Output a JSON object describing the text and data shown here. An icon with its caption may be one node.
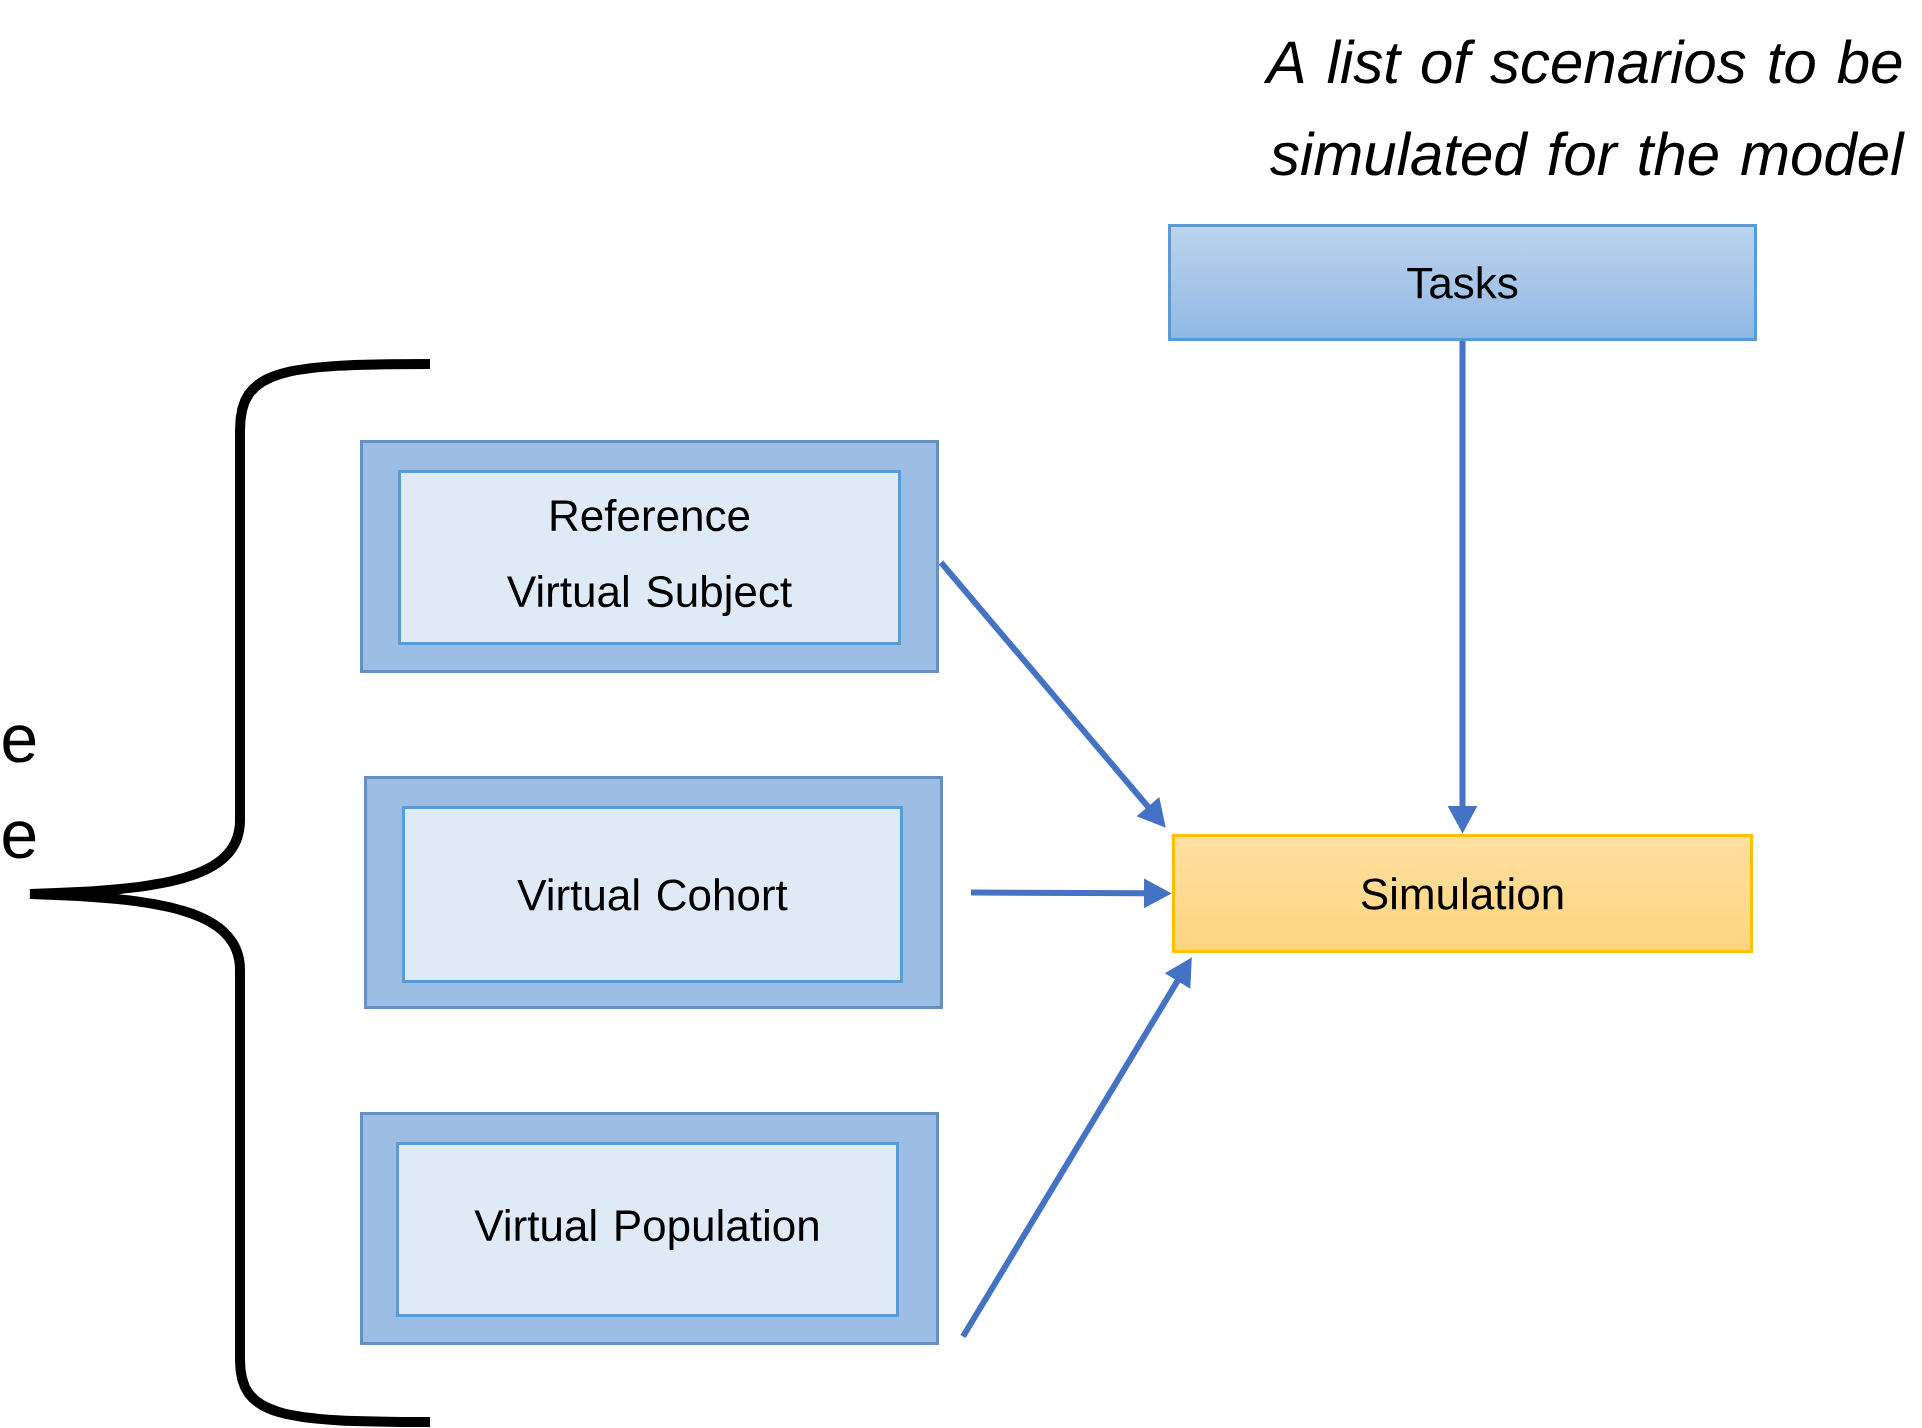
{
  "diagram": {
    "nodes": [
      {
        "text": [],
        "shape": "box"
      },
      {
        "text": [
          "Reference Virtual Subject"
        ],
        "in": 0
      },
      {
        "text": [],
        "shape": "box"
      },
      {
        "text": [
          "Virtual Cohort"
        ],
        "in": 2
      },
      {
        "text": [],
        "shape": "box"
      },
      {
        "text": [
          "Virtual Population"
        ],
        "in": 4
      },
      {
        "text": [
          "Tasks"
        ],
        "beside": [
          "A list of scenarios to be simulated for the model"
        ]
      },
      {
        "text": [
          "Simulation"
        ]
      }
    ],
    "edges": [
      {
        "from": 0,
        "to": 7,
        "arrow": "to"
      },
      {
        "from": 2,
        "to": 7,
        "arrow": "to"
      },
      {
        "from": 4,
        "to": 7,
        "arrow": "to"
      },
      {
        "from": 6,
        "to": 7,
        "arrow": "to"
      }
    ],
    "labels": [
      "e",
      "e"
    ]
  }
}
